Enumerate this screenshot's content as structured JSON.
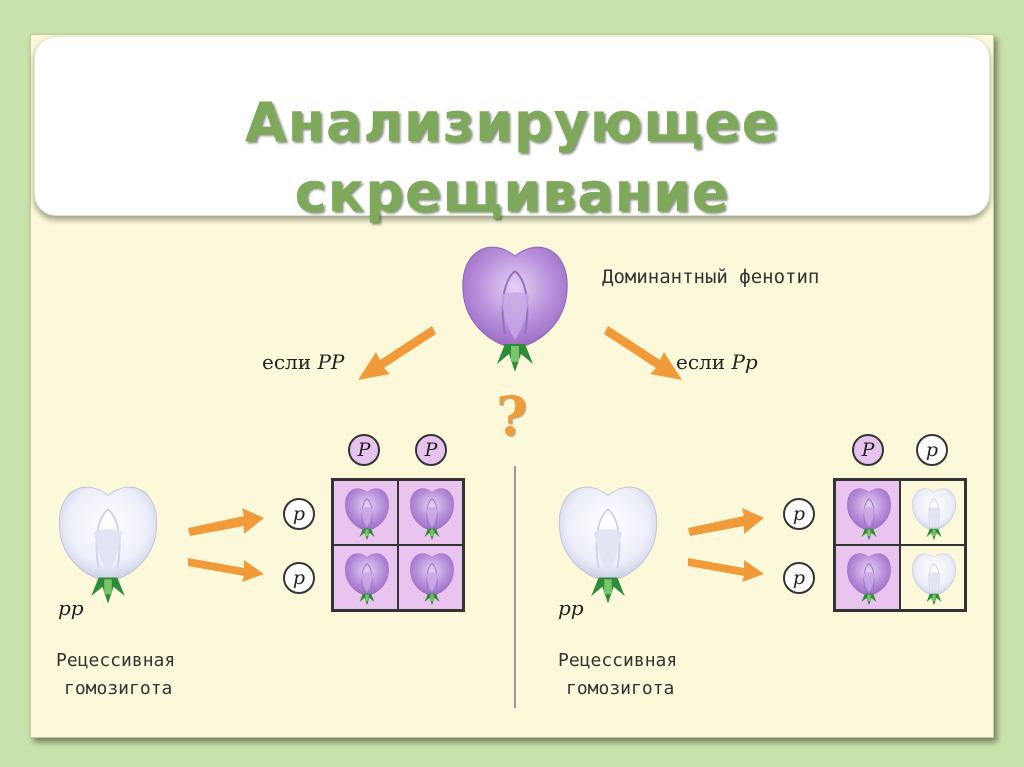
{
  "title": {
    "line1": "Анализирующее",
    "line2": "скрещивание"
  },
  "dominant_label": "Доминантный фенотип",
  "question_mark": "?",
  "left": {
    "condition_prefix": "если",
    "condition_genotype": "PP",
    "parent_genotype": "pp",
    "parent_label_line1": "Рецессивная",
    "parent_label_line2": "гомозигота",
    "top_gametes": [
      "P",
      "P"
    ],
    "side_gametes": [
      "p",
      "p"
    ],
    "cells": [
      "purple",
      "purple",
      "purple",
      "purple"
    ]
  },
  "right": {
    "condition_prefix": "если",
    "condition_genotype": "Pp",
    "parent_genotype": "pp",
    "parent_label_line1": "Рецессивная",
    "parent_label_line2": "гомозигота",
    "top_gametes": [
      "P",
      "p"
    ],
    "side_gametes": [
      "p",
      "p"
    ],
    "cells": [
      "purple",
      "white",
      "purple",
      "white"
    ]
  },
  "colors": {
    "title": "#7fa95a",
    "background": "#c9e3ad",
    "slide": "#fbf9d9",
    "dominant_cell": "#e9c4ef",
    "arrow": "#f09a3a",
    "purple_flower": "#b78ed8",
    "white_flower": "#eef0fb"
  }
}
